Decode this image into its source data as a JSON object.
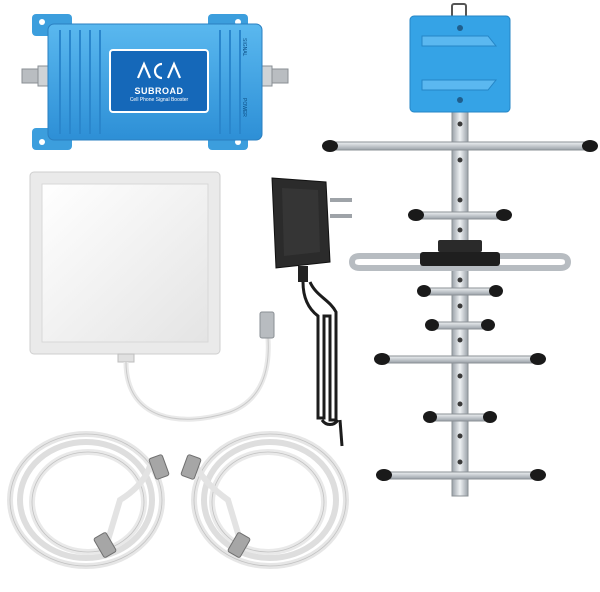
{
  "booster": {
    "brand": "SUBROAD",
    "tagline": "Cell Phone Signal Booster",
    "side_label_top": "SIGNAL",
    "side_label_bottom": "POWER",
    "body_color": "#3fa5e4",
    "logo_color": "#1568b9"
  },
  "antenna": {
    "reflector_color": "#35a3e6",
    "element_color": "#c9ced3",
    "tip_color": "#1a1a1a"
  },
  "panel_antenna": {
    "color": "#f4f4f4"
  },
  "adapter": {
    "color": "#2b2b2b"
  },
  "cables": {
    "color": "#e6e6e6",
    "connector_color": "#a6a6a6"
  }
}
